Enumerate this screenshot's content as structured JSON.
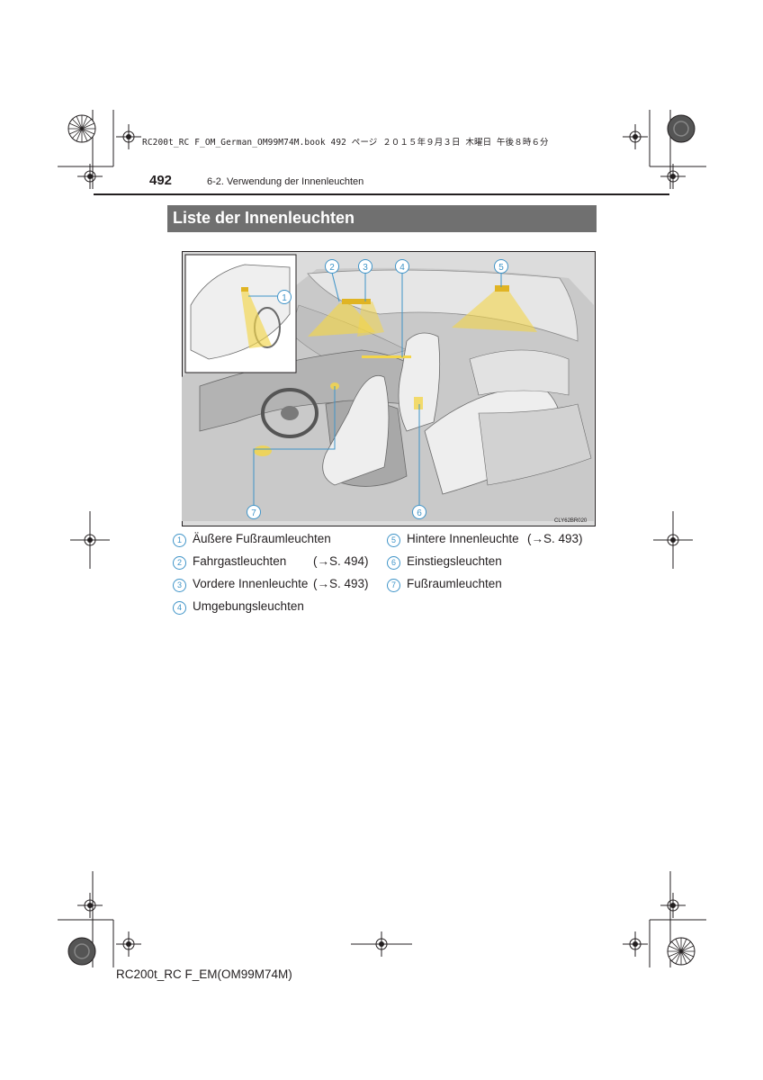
{
  "print_header": "RC200t_RC F_OM_German_OM99M74M.book  492 ページ  ２０１５年９月３日  木曜日  午後８時６分",
  "page_number": "492",
  "section_ref": "6-2. Verwendung der Innenleuchten",
  "title": "Liste der Innenleuchten",
  "figure": {
    "callouts": [
      "1",
      "2",
      "3",
      "4",
      "5",
      "6",
      "7"
    ],
    "code": "CLY62BR020",
    "light_color": "#f3d54a",
    "callout_color": "#3f94c8"
  },
  "legend": [
    {
      "num": "1",
      "label": "Äußere Fußraumleuchten",
      "ref": ""
    },
    {
      "num": "2",
      "label": "Fahrgastleuchten",
      "ref": "(→S. 494)"
    },
    {
      "num": "3",
      "label": "Vordere Innenleuchte",
      "ref": "(→S. 493)"
    },
    {
      "num": "4",
      "label": "Umgebungsleuchten",
      "ref": ""
    },
    {
      "num": "5",
      "label": "Hintere Innenleuchte",
      "ref": "(→S. 493)"
    },
    {
      "num": "6",
      "label": "Einstiegsleuchten",
      "ref": ""
    },
    {
      "num": "7",
      "label": "Fußraumleuchten",
      "ref": ""
    }
  ],
  "footer": "RC200t_RC F_EM(OM99M74M)"
}
